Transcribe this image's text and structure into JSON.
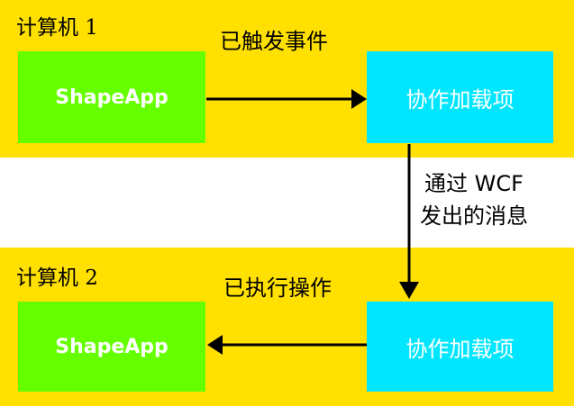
{
  "colors": {
    "band": "#ffe000",
    "app_box": "#66ff00",
    "addin_box": "#00e6ff",
    "arrow": "#000000"
  },
  "computer1": {
    "label": "计算机 1",
    "app_box_label": "ShapeApp",
    "addin_box_label": "协作加载项",
    "event_label": "已触发事件"
  },
  "message": {
    "line1": "通过 WCF",
    "line2": "发出的消息"
  },
  "computer2": {
    "label": "计算机 2",
    "app_box_label": "ShapeApp",
    "addin_box_label": "协作加载项",
    "action_label": "已执行操作"
  }
}
